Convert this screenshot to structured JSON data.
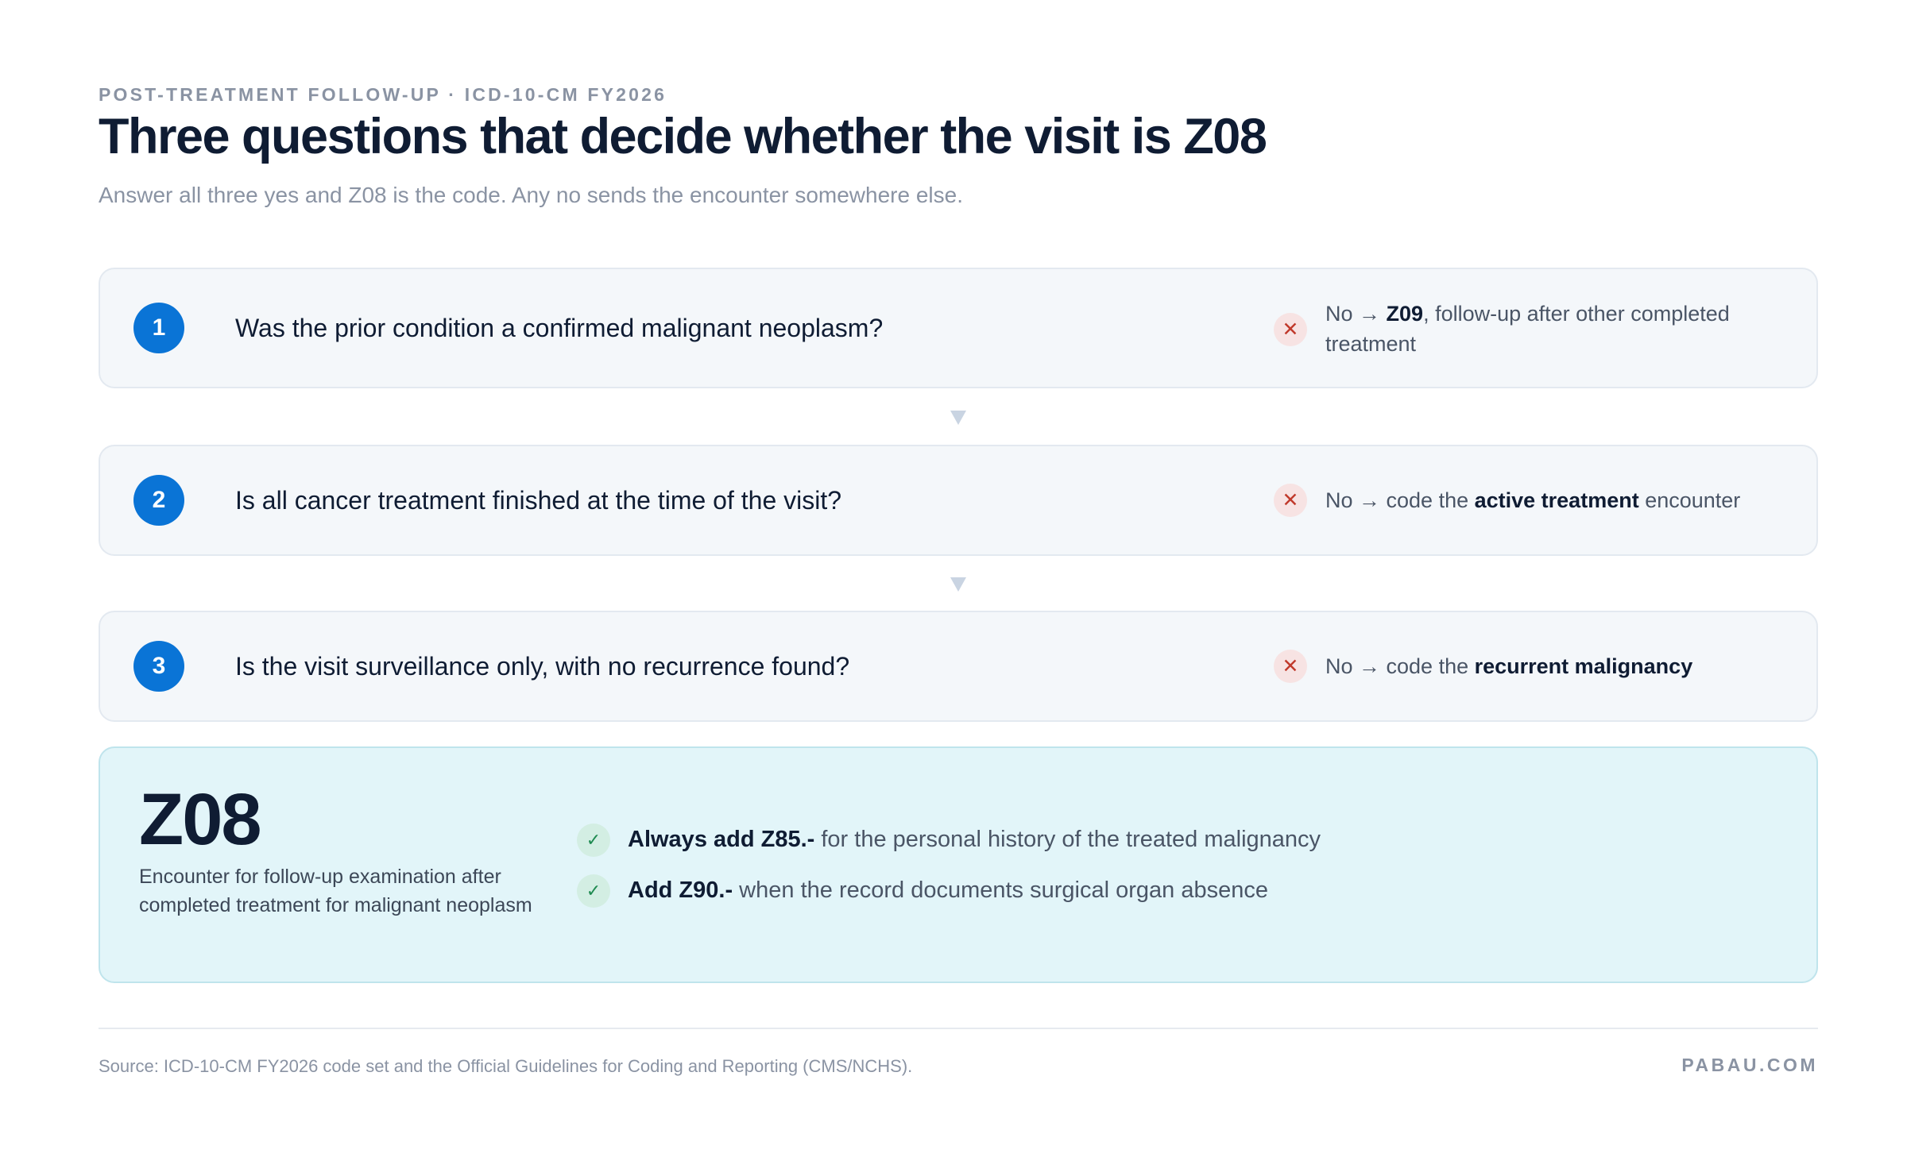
{
  "header": {
    "eyebrow": "POST-TREATMENT FOLLOW-UP · ICD-10-CM FY2026",
    "title": "Three questions that decide whether the visit is Z08",
    "subtitle": "Answer all three yes and Z08 is the code. Any no sends the encounter somewhere else."
  },
  "steps": [
    {
      "number": "1",
      "question": "Was the prior condition a confirmed malignant neoplasm?",
      "no_prefix": "No → ",
      "no_bold": "Z09",
      "no_suffix": ", follow-up after other completed treatment"
    },
    {
      "number": "2",
      "question": "Is all cancer treatment finished at the time of the visit?",
      "no_prefix": "No → code the ",
      "no_bold": "active treatment",
      "no_suffix": " encounter"
    },
    {
      "number": "3",
      "question": "Is the visit surveillance only, with no recurrence found?",
      "no_prefix": "No → code the ",
      "no_bold": "recurrent malignancy",
      "no_suffix": ""
    }
  ],
  "result": {
    "code": "Z08",
    "description": "Encounter for follow-up examination after completed treatment for malignant neoplasm",
    "rules": [
      {
        "bold": "Always add Z85.-",
        "text": " for the personal history of the treated malignancy"
      },
      {
        "bold": "Add Z90.-",
        "text": " when the record documents surgical organ absence"
      }
    ]
  },
  "footer": {
    "source": "Source: ICD-10-CM FY2026 code set and the Official Guidelines for Coding and Reporting (CMS/NCHS).",
    "brand": "PABAU.COM"
  },
  "icons": {
    "no": "close-icon",
    "yes": "check-icon",
    "connector": "chevron-down-icon"
  },
  "colors": {
    "step_badge": "#0a74d6",
    "no_badge_fg": "#c0392b",
    "no_badge_bg": "#f7e3e3",
    "check_fg": "#1e8a50",
    "check_bg": "#d3eee3",
    "result_bg": "#e2f5f9",
    "step_bg": "#f4f7fa"
  }
}
